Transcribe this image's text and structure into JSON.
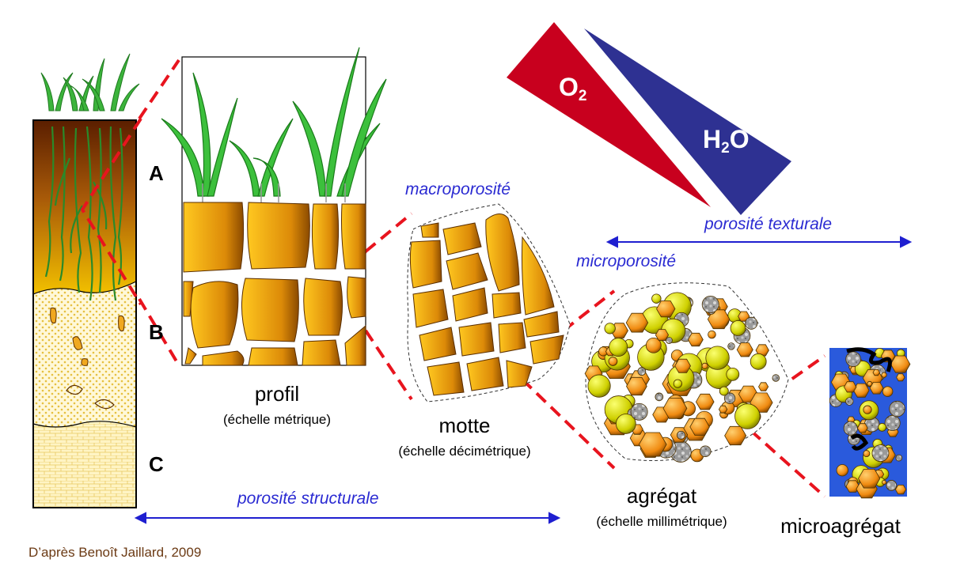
{
  "horizons": [
    "A",
    "B",
    "C"
  ],
  "scales": {
    "profil": {
      "name": "profil",
      "sub": "(échelle métrique)"
    },
    "motte": {
      "name": "motte",
      "sub": "(échelle décimétrique)"
    },
    "agregat": {
      "name": "agrégat",
      "sub": "(échelle millimétrique)"
    },
    "microagregat": {
      "name": "microagrégat"
    }
  },
  "porosity": {
    "macro": "macroporosité",
    "micro": "microporosité",
    "texturale": "porosité texturale",
    "structurale": "porosité structurale"
  },
  "gases": {
    "o2": "O",
    "o2_sub": "2",
    "h2o_a": "H",
    "h2o_sub": "2",
    "h2o_b": "O"
  },
  "credit": "D’après Benoît Jaillard, 2009",
  "colors": {
    "o2": "#c8001e",
    "h2o": "#2e3192",
    "arrow": "#1f1fd0",
    "zoom_line": "#e8141e",
    "clod": "#e8a00a",
    "leaf": "#3cb43c"
  }
}
